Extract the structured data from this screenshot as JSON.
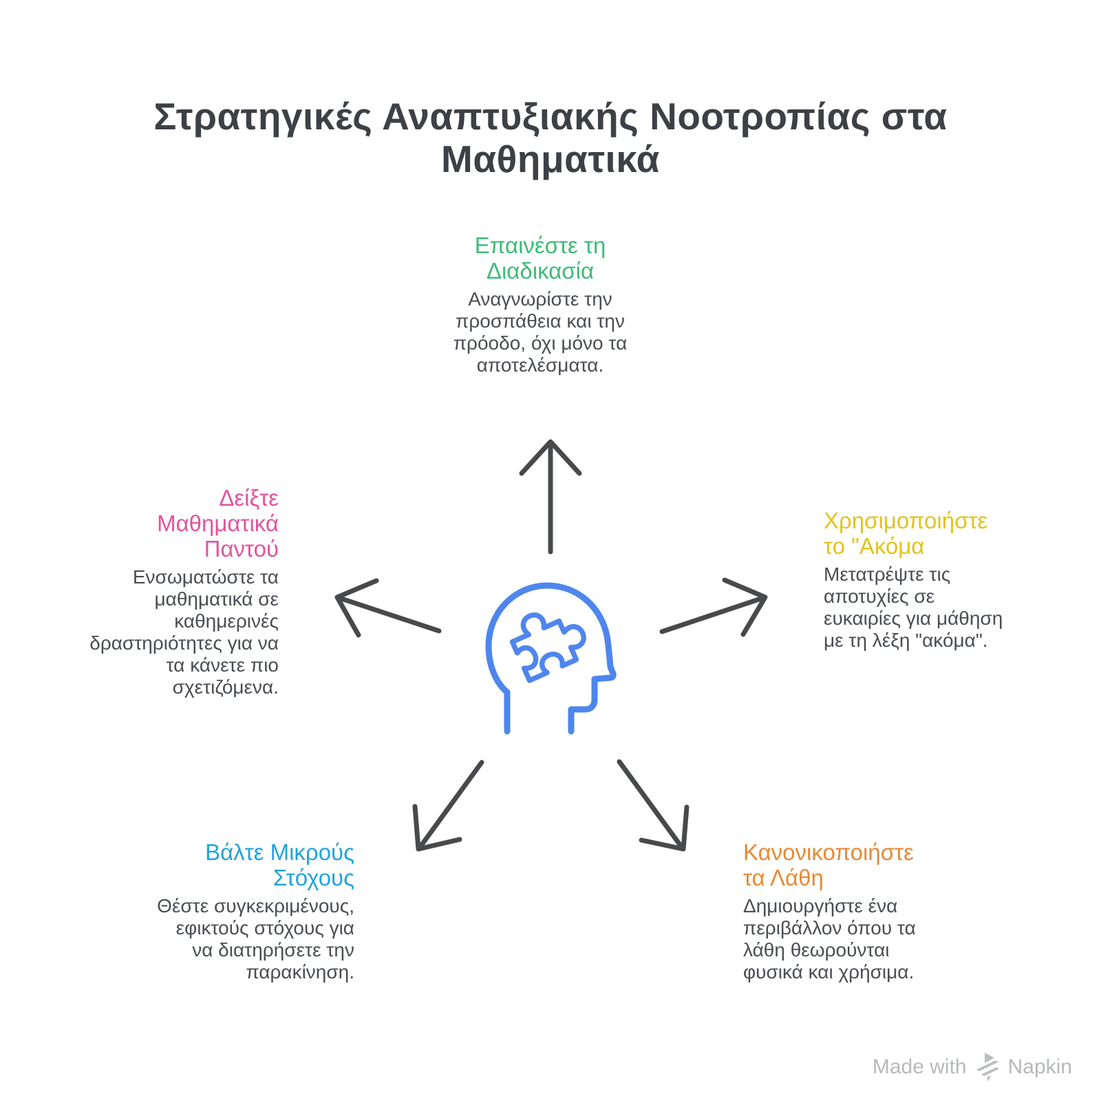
{
  "title": "Στρατηγικές Αναπτυξιακής Νοοτροπίας στα\nΜαθηματικά",
  "sections": {
    "top": {
      "heading": "Επαινέστε τη\nΔιαδικασία",
      "body": "Αναγνωρίστε την προσπάθεια και την πρόοδο, όχι μόνο τα αποτελέσματα.",
      "color": "#3bbc76"
    },
    "left": {
      "heading": "Δείξτε\nΜαθηματικά\nΠαντού",
      "body": "Ενσωματώστε τα μαθηματικά σε καθημερινές δραστηριότητες για να τα κάνετε πιο σχετιζόμενα.",
      "color": "#e3539e"
    },
    "right": {
      "heading": "Χρησιμοποιήστε\nτο \"Ακόμα",
      "body": "Μετατρέψτε τις αποτυχίες σε ευκαιρίες για μάθηση με τη λέξη \"ακόμα\".",
      "color": "#e2c31c"
    },
    "bottom_left": {
      "heading": "Βάλτε Μικρούς\nΣτόχους",
      "body": "Θέστε συγκεκριμένους, εφικτούς στόχους για να διατηρήσετε την παρακίνηση.",
      "color": "#22a3dc"
    },
    "bottom_right": {
      "heading": "Κανονικοποιήστε\nτα Λάθη",
      "body": "Δημιουργήστε ένα περιβάλλον όπου τα λάθη θεωρούνται φυσικά και χρήσιμα.",
      "color": "#e78a35"
    }
  },
  "center_icon": "head-with-puzzle-piece",
  "arrow_color": "#48494b",
  "icon_color": "#4e86ee",
  "footer": {
    "made_with": "Made with",
    "brand": "Napkin"
  }
}
